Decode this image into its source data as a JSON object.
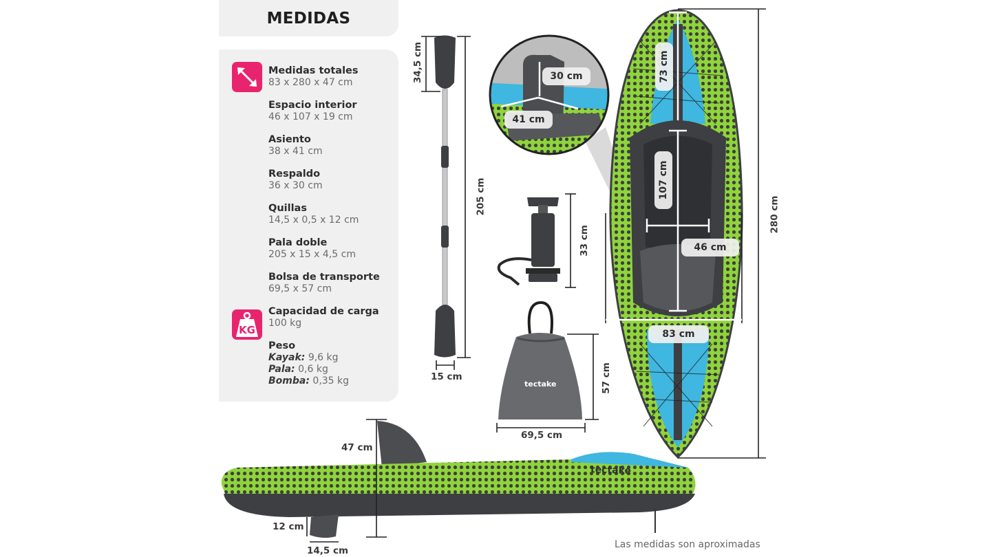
{
  "title": "MEDIDAS",
  "specs": [
    {
      "label": "Medidas totales",
      "value": "83 x 280 x 47 cm"
    },
    {
      "label": "Espacio interior",
      "value": "46 x 107 x 19 cm"
    },
    {
      "label": "Asiento",
      "value": "38 x 41 cm"
    },
    {
      "label": "Respaldo",
      "value": "36 x 30 cm"
    },
    {
      "label": "Quillas",
      "value": "14,5 x 0,5 x 12 cm"
    },
    {
      "label": "Pala doble",
      "value": "205 x 15 x 4,5 cm"
    },
    {
      "label": "Bolsa de transporte",
      "value": "69,5 x 57 cm"
    },
    {
      "label": "Capacidad de carga",
      "value": "100 kg"
    }
  ],
  "weight": {
    "label": "Peso",
    "items": [
      {
        "name": "Kayak:",
        "value": "9,6 kg"
      },
      {
        "name": "Pala:",
        "value": "0,6 kg"
      },
      {
        "name": "Bomba:",
        "value": "0,35 kg"
      }
    ]
  },
  "icons": {
    "resize": "resize-arrows-icon",
    "kg": "KG"
  },
  "dimensions": {
    "blade_length": "34,5 cm",
    "paddle_length": "205 cm",
    "blade_width": "15 cm",
    "pump_height": "33 cm",
    "bag_height": "57 cm",
    "bag_width": "69,5 cm",
    "seat_back_height": "30 cm",
    "seat_width": "41 cm",
    "front_deck": "73 cm",
    "cockpit_length": "107 cm",
    "cockpit_width": "46 cm",
    "kayak_width": "83 cm",
    "kayak_length": "280 cm",
    "kayak_height": "47 cm",
    "fin_height": "12 cm",
    "fin_length": "14,5 cm"
  },
  "brand": "tectake",
  "footnote": "Las medidas son aproximadas",
  "colors": {
    "accent": "#e8246f",
    "kayak_green": "#8fd43a",
    "kayak_gray": "#3d3f42",
    "kayak_blue": "#3fb7e0"
  }
}
